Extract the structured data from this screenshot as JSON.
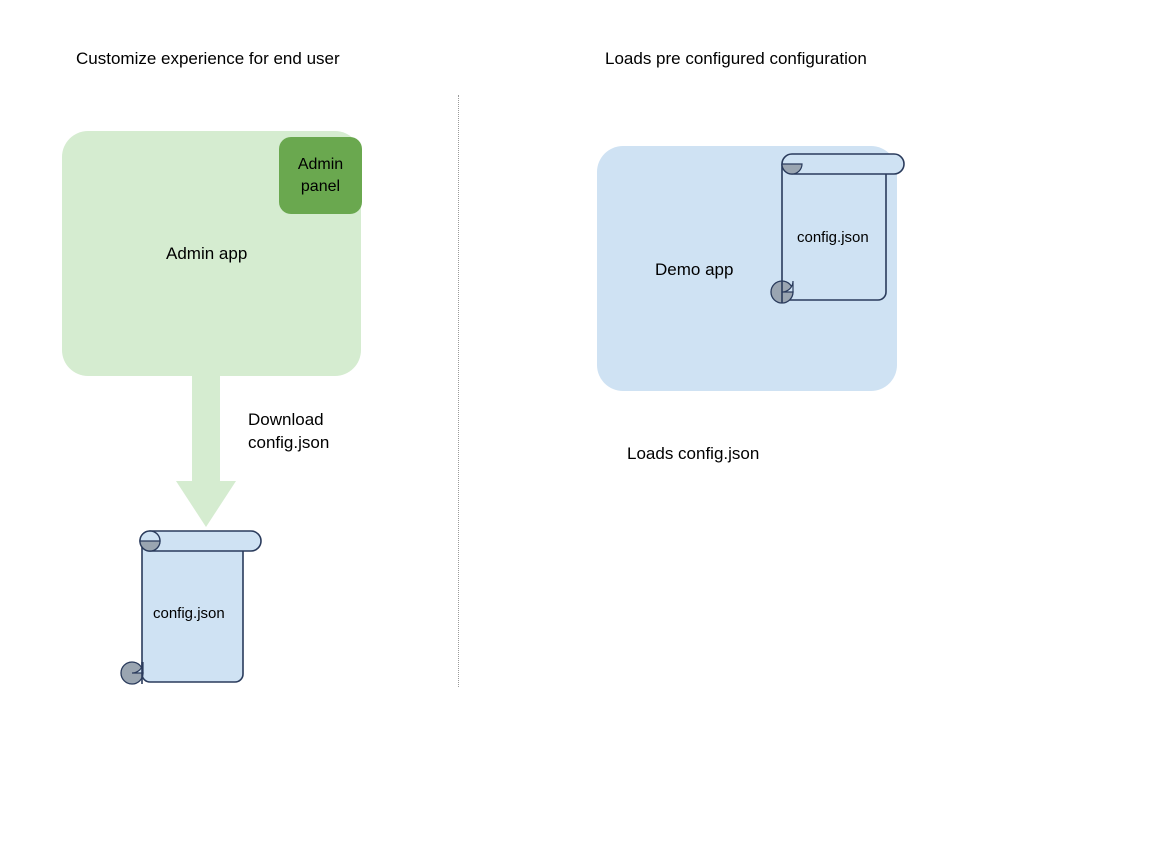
{
  "diagram": {
    "title_left": "Customize experience for end user",
    "title_right": "Loads pre configured configuration",
    "colors": {
      "admin_app_fill": "#d5ecd0",
      "admin_panel_fill": "#6aa84f",
      "demo_app_fill": "#cfe2f3",
      "scroll_fill": "#cfe2f3",
      "scroll_stroke": "#2a3b5c",
      "curl_fill": "#9aa5b1",
      "arrow_fill": "#d5ecd0",
      "divider_stroke": "#9a9a9a",
      "text": "#000000"
    },
    "left_column": {
      "app_label": "Admin app",
      "panel_label_line1": "Admin",
      "panel_label_line2": "panel",
      "arrow_label_line1": "Download",
      "arrow_label_line2": "config.json",
      "file_label": "config.json"
    },
    "right_column": {
      "app_label": "Demo app",
      "file_label": "config.json",
      "caption": "Loads config.json"
    }
  }
}
